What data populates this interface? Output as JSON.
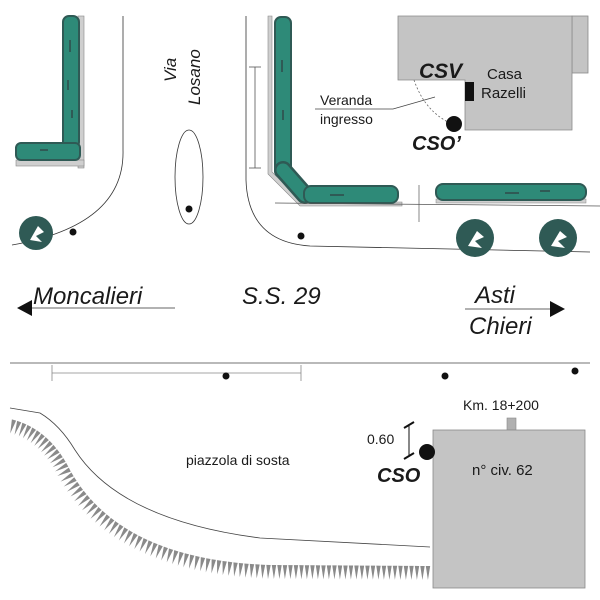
{
  "map": {
    "street_side": "Via\nLosano",
    "street_side_line1": "Via",
    "street_side_line2": "Losano",
    "main_road": "S.S. 29",
    "direction_left": "Moncalieri",
    "direction_right_top": "Asti",
    "direction_right_bottom": "Chieri",
    "veranda_line1": "Veranda",
    "veranda_line2": "ingresso",
    "building_top_line1": "Casa",
    "building_top_line2": "Razelli",
    "csv_label": "CSV",
    "cso_prime_label": "CSO’",
    "cso_label": "CSO",
    "distance": "0.60",
    "km_marker": "Km. 18+200",
    "building_bottom_label": "n° civ. 62",
    "layby_label": "piazzola di sosta"
  },
  "colors": {
    "hedge": "#2e8a78",
    "hedge_dark": "#2f5a55",
    "building": "#c4c4c4",
    "building_edge": "#8a8a8a",
    "line": "#333333",
    "dot": "#111111"
  }
}
